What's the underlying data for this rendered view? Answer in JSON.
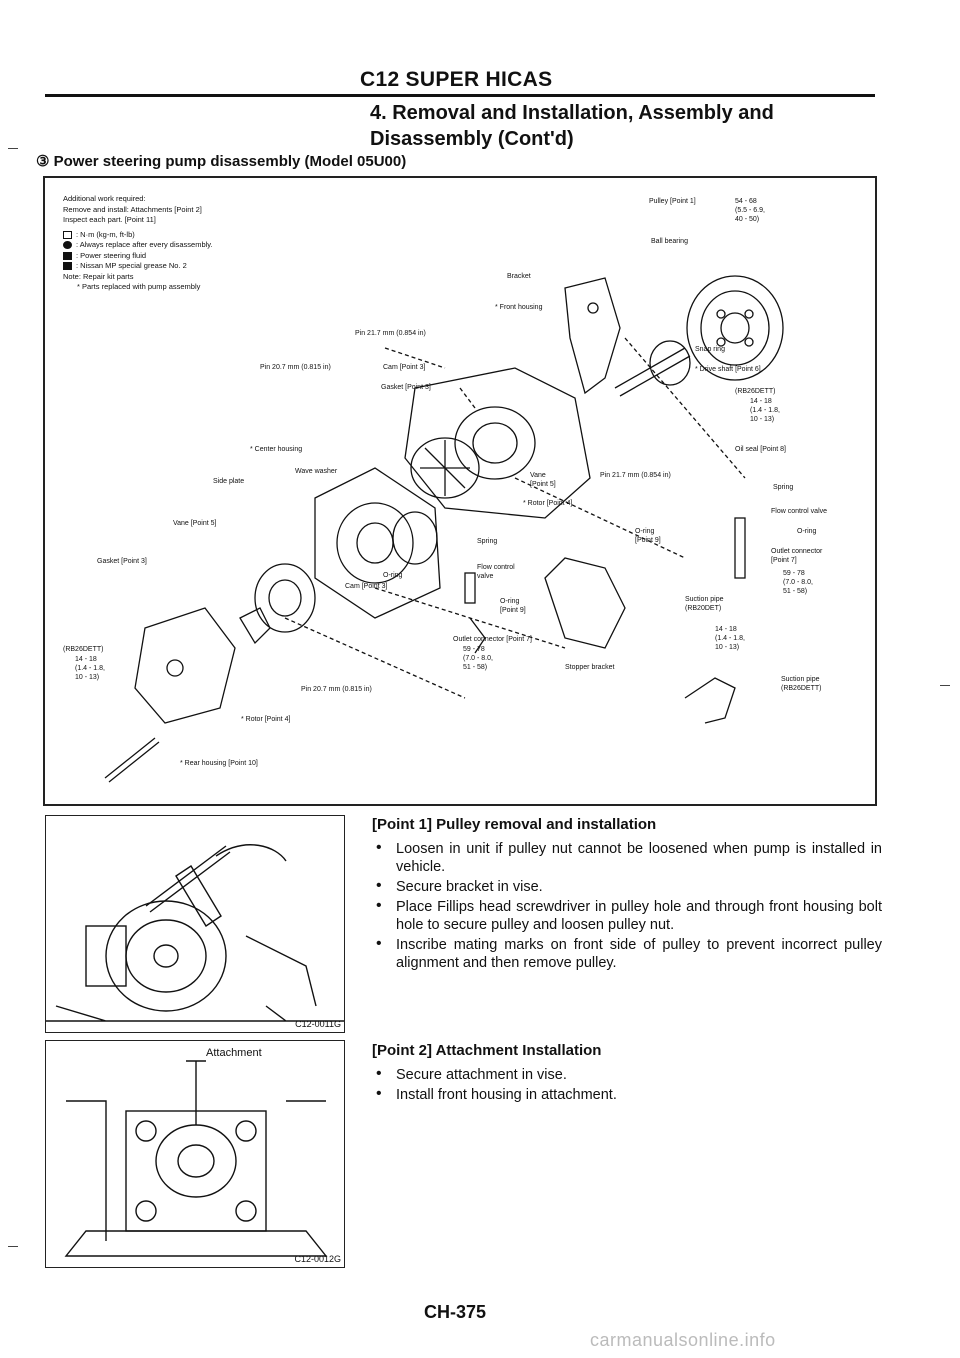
{
  "header": {
    "title": "C12 SUPER HICAS"
  },
  "section": {
    "title": "4. Removal and Installation, Assembly and Disassembly (Cont'd)"
  },
  "subsection": {
    "number": "③",
    "title": "Power steering pump disassembly (Model 05U00)"
  },
  "legend": {
    "lines": [
      "Additional work required:",
      "Remove and install: Attachments [Point 2]",
      "Inspect each part. [Point 11]",
      ": N·m (kg-m, ft-lb)",
      ": Always replace after every disassembly.",
      ": Power steering fluid",
      ": Nissan MP special grease No. 2",
      "Note: Repair kit parts",
      "* Parts replaced with pump assembly"
    ]
  },
  "diagram_labels": [
    "Pulley [Point 1]",
    "54 - 68",
    "(5.5 - 6.9,",
    "40 - 50)",
    "Ball bearing",
    "Bracket",
    "* Front housing",
    "Pin 21.7 mm (0.854 in)",
    "Pin 20.7 mm (0.815 in)",
    "Cam [Point 3]",
    "Snap ring",
    "* Drive shaft [Point 6]",
    "(RB26DETT)",
    "14 - 18",
    "(1.4 - 1.8,",
    "10 - 13)",
    "Gasket [Point 3]",
    "Oil seal [Point 8]",
    "* Center housing",
    "Wave washer",
    "Side plate",
    "Vane",
    "[Point 5]",
    "Pin 21.7 mm (0.854 in)",
    "Spring",
    "* Rotor [Point 4]",
    "Flow control valve",
    "Vane [Point 5]",
    "O-ring",
    "[Point 9]",
    "O-ring",
    "Gasket [Point 3]",
    "Spring",
    "Flow control",
    "valve",
    "Outlet connector",
    "[Point 7]",
    "59 - 78",
    "(7.0 - 8.0,",
    "51 - 58)",
    "O-ring",
    "Cam [Point 3]",
    "O-ring",
    "[Point 9]",
    "Suction pipe",
    "(RB20DET)",
    "(RB26DETT)",
    "14 - 18",
    "(1.4 - 1.8,",
    "10 - 13)",
    "Outlet connector [Point 7]",
    "59 - 78",
    "(7.0 - 8.0,",
    "51 - 58)",
    "14 - 18",
    "(1.4 - 1.8,",
    "10 - 13)",
    "Stopper bracket",
    "Pin 20.7 mm (0.815 in)",
    "Suction pipe",
    "(RB26DETT)",
    "* Rotor [Point 4]",
    "* Rear housing [Point 10]"
  ],
  "figures": {
    "fig1_id": "C12-0011G",
    "fig2_id": "C12-0012G",
    "fig2_label": "Attachment"
  },
  "point1": {
    "title": "[Point 1] Pulley removal and installation",
    "bullets": [
      "Loosen in unit if pulley nut cannot be loosened when pump is installed in vehicle.",
      "Secure bracket in vise.",
      "Place Fillips head screwdriver in pulley hole and through front housing bolt hole to secure pulley and loosen pulley nut.",
      "Inscribe mating marks on front side of pulley to prevent incorrect pulley alignment and then remove pulley."
    ]
  },
  "point2": {
    "title": "[Point 2] Attachment Installation",
    "bullets": [
      "Secure attachment in vise.",
      "Install front housing in attachment."
    ]
  },
  "footer": {
    "page": "CH-375",
    "watermark": "carmanualsonline.info"
  }
}
